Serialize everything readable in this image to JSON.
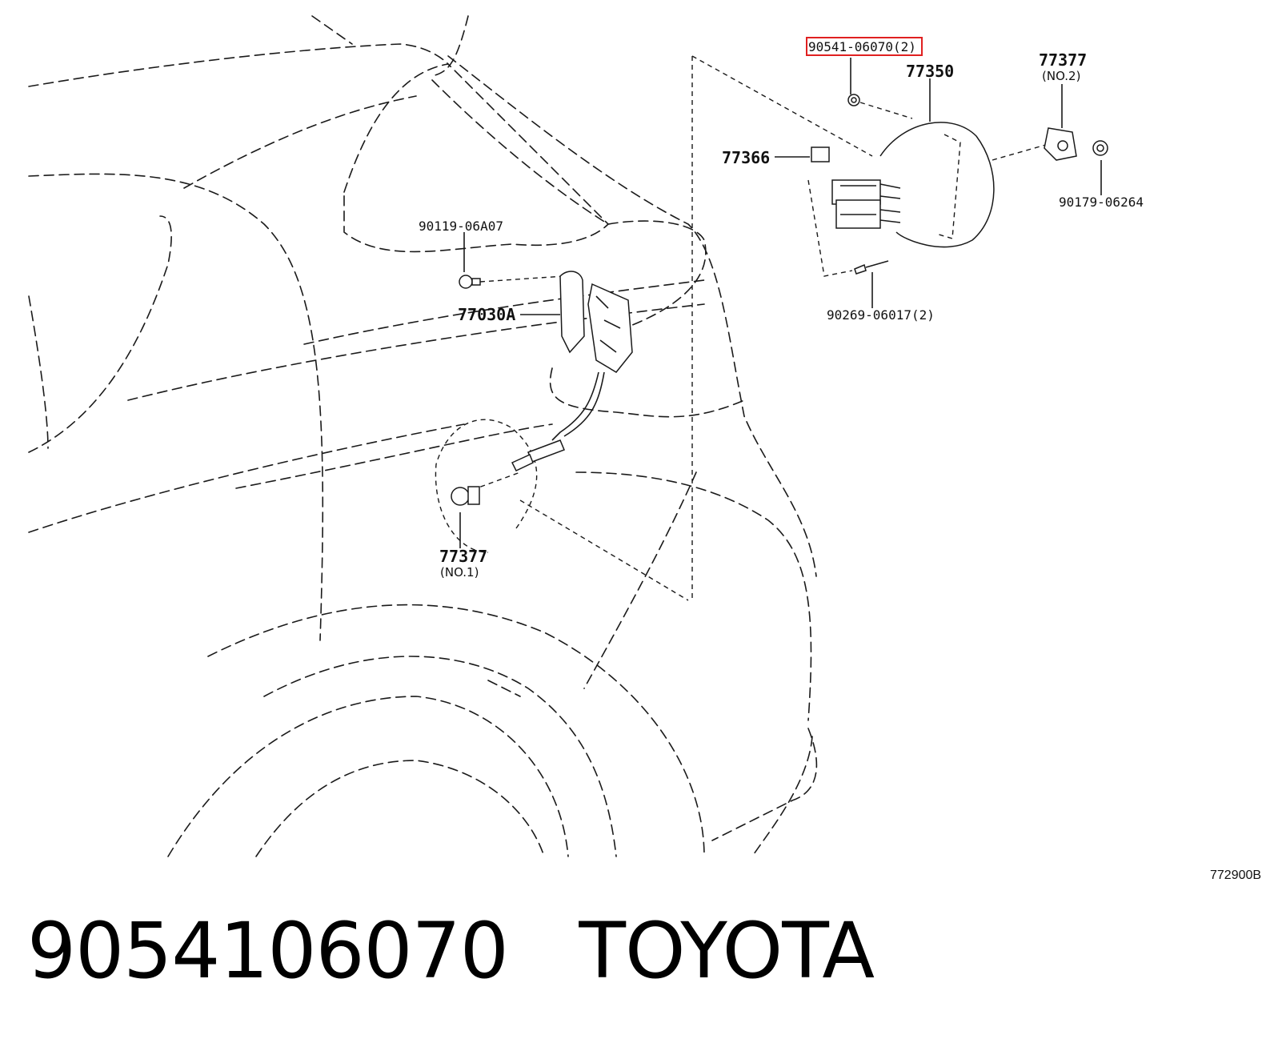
{
  "labels": {
    "p90541": "90541-06070(2)",
    "p77350": "77350",
    "p77377_top": "77377",
    "p77377_top_sub": "(NO.2)",
    "p77366": "77366",
    "p90179": "90179-06264",
    "p90119": "90119-06A07",
    "p77030a": "77030A",
    "p90269": "90269-06017(2)",
    "p77377_bottom": "77377",
    "p77377_bottom_sub": "(NO.1)",
    "ref_code": "772900B"
  },
  "caption": {
    "part_number": "9054106070",
    "brand": "TOYOTA"
  },
  "highlight_color": "#e02020"
}
